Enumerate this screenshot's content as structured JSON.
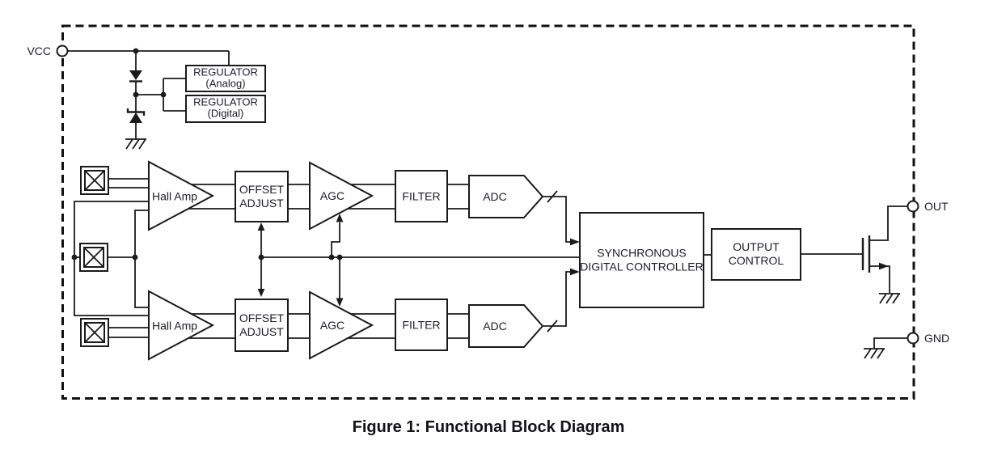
{
  "caption": "Figure 1: Functional Block Diagram",
  "pins": {
    "vcc": "VCC",
    "out": "OUT",
    "gnd": "GND"
  },
  "blocks": {
    "regulator_analog": {
      "line1": "REGULATOR",
      "line2": "(Analog)"
    },
    "regulator_digital": {
      "line1": "REGULATOR",
      "line2": "(Digital)"
    },
    "hall_amp_top": {
      "label": "Hall Amp"
    },
    "hall_amp_bottom": {
      "label": "Hall Amp"
    },
    "offset_adjust_top": {
      "line1": "OFFSET",
      "line2": "ADJUST"
    },
    "offset_adjust_bottom": {
      "line1": "OFFSET",
      "line2": "ADJUST"
    },
    "agc_top": {
      "label": "AGC"
    },
    "agc_bottom": {
      "label": "AGC"
    },
    "filter_top": {
      "label": "FILTER"
    },
    "filter_bottom": {
      "label": "FILTER"
    },
    "adc_top": {
      "label": "ADC"
    },
    "adc_bottom": {
      "label": "ADC"
    },
    "sync_digital_controller": {
      "line1": "SYNCHRONOUS",
      "line2": "DIGITAL CONTROLLER"
    },
    "output_control": {
      "line1": "OUTPUT",
      "line2": "CONTROL"
    }
  },
  "colors": {
    "line": "#1a1a1a",
    "text": "#1c1c28",
    "background": "#ffffff"
  }
}
